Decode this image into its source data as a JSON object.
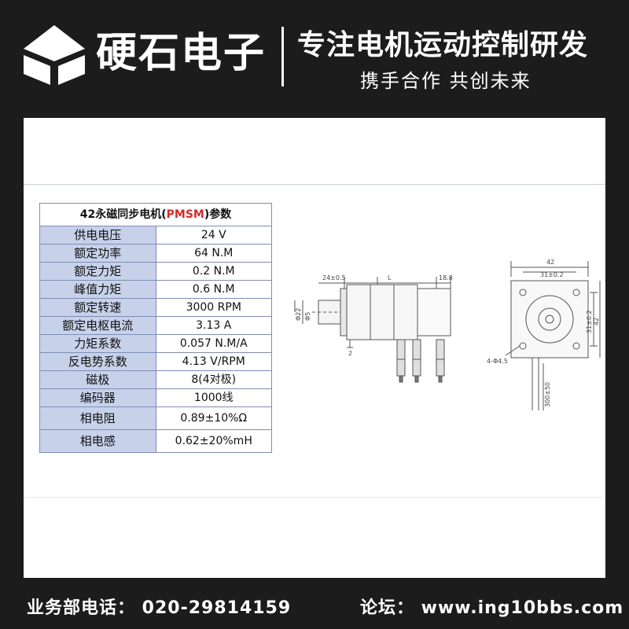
{
  "header": {
    "brand_name": "硬石电子",
    "slogan": "专注电机运动控制研发",
    "subslogan": "携手合作  共创未来"
  },
  "spec_table": {
    "title_prefix": "42永磁同步电机(",
    "title_highlight": "PMSM",
    "title_suffix": ")参数",
    "highlight_color": "#d32a2a",
    "rows": [
      {
        "label": "供电电压",
        "value": "24 V"
      },
      {
        "label": "额定功率",
        "value": "64 N.M"
      },
      {
        "label": "额定力矩",
        "value": "0.2 N.M"
      },
      {
        "label": "峰值力矩",
        "value": "0.6 N.M"
      },
      {
        "label": "额定转速",
        "value": "3000 RPM"
      },
      {
        "label": "额定电枢电流",
        "value": "3.13 A"
      },
      {
        "label": "力矩系数",
        "value": "0.057 N.M/A"
      },
      {
        "label": "反电势系数",
        "value": "4.13 V/RPM"
      },
      {
        "label": "磁极",
        "value": "8(4对极)"
      },
      {
        "label": "编码器",
        "value": "1000线"
      },
      {
        "label": "相电阻",
        "value": "0.89±10%Ω"
      },
      {
        "label": "相电感",
        "value": "0.62±20%mH"
      }
    ]
  },
  "drawing": {
    "side_shaft_len": "24±0.5",
    "side_body_len": "L",
    "side_rear_len": "18.8",
    "side_dia_outer": "Φ22",
    "side_dia_shaft": "Φ5",
    "side_flange": "2",
    "front_width": "42",
    "front_hole_spacing": "31±0.2",
    "front_hole_vertical": "31±0.2",
    "front_height": "42",
    "front_holes": "4-Φ4.5",
    "front_lead_len": "300±50"
  },
  "footer": {
    "phone": "业务部电话：  020-29814159",
    "forum": "论坛：  www.ing10bbs.com"
  }
}
